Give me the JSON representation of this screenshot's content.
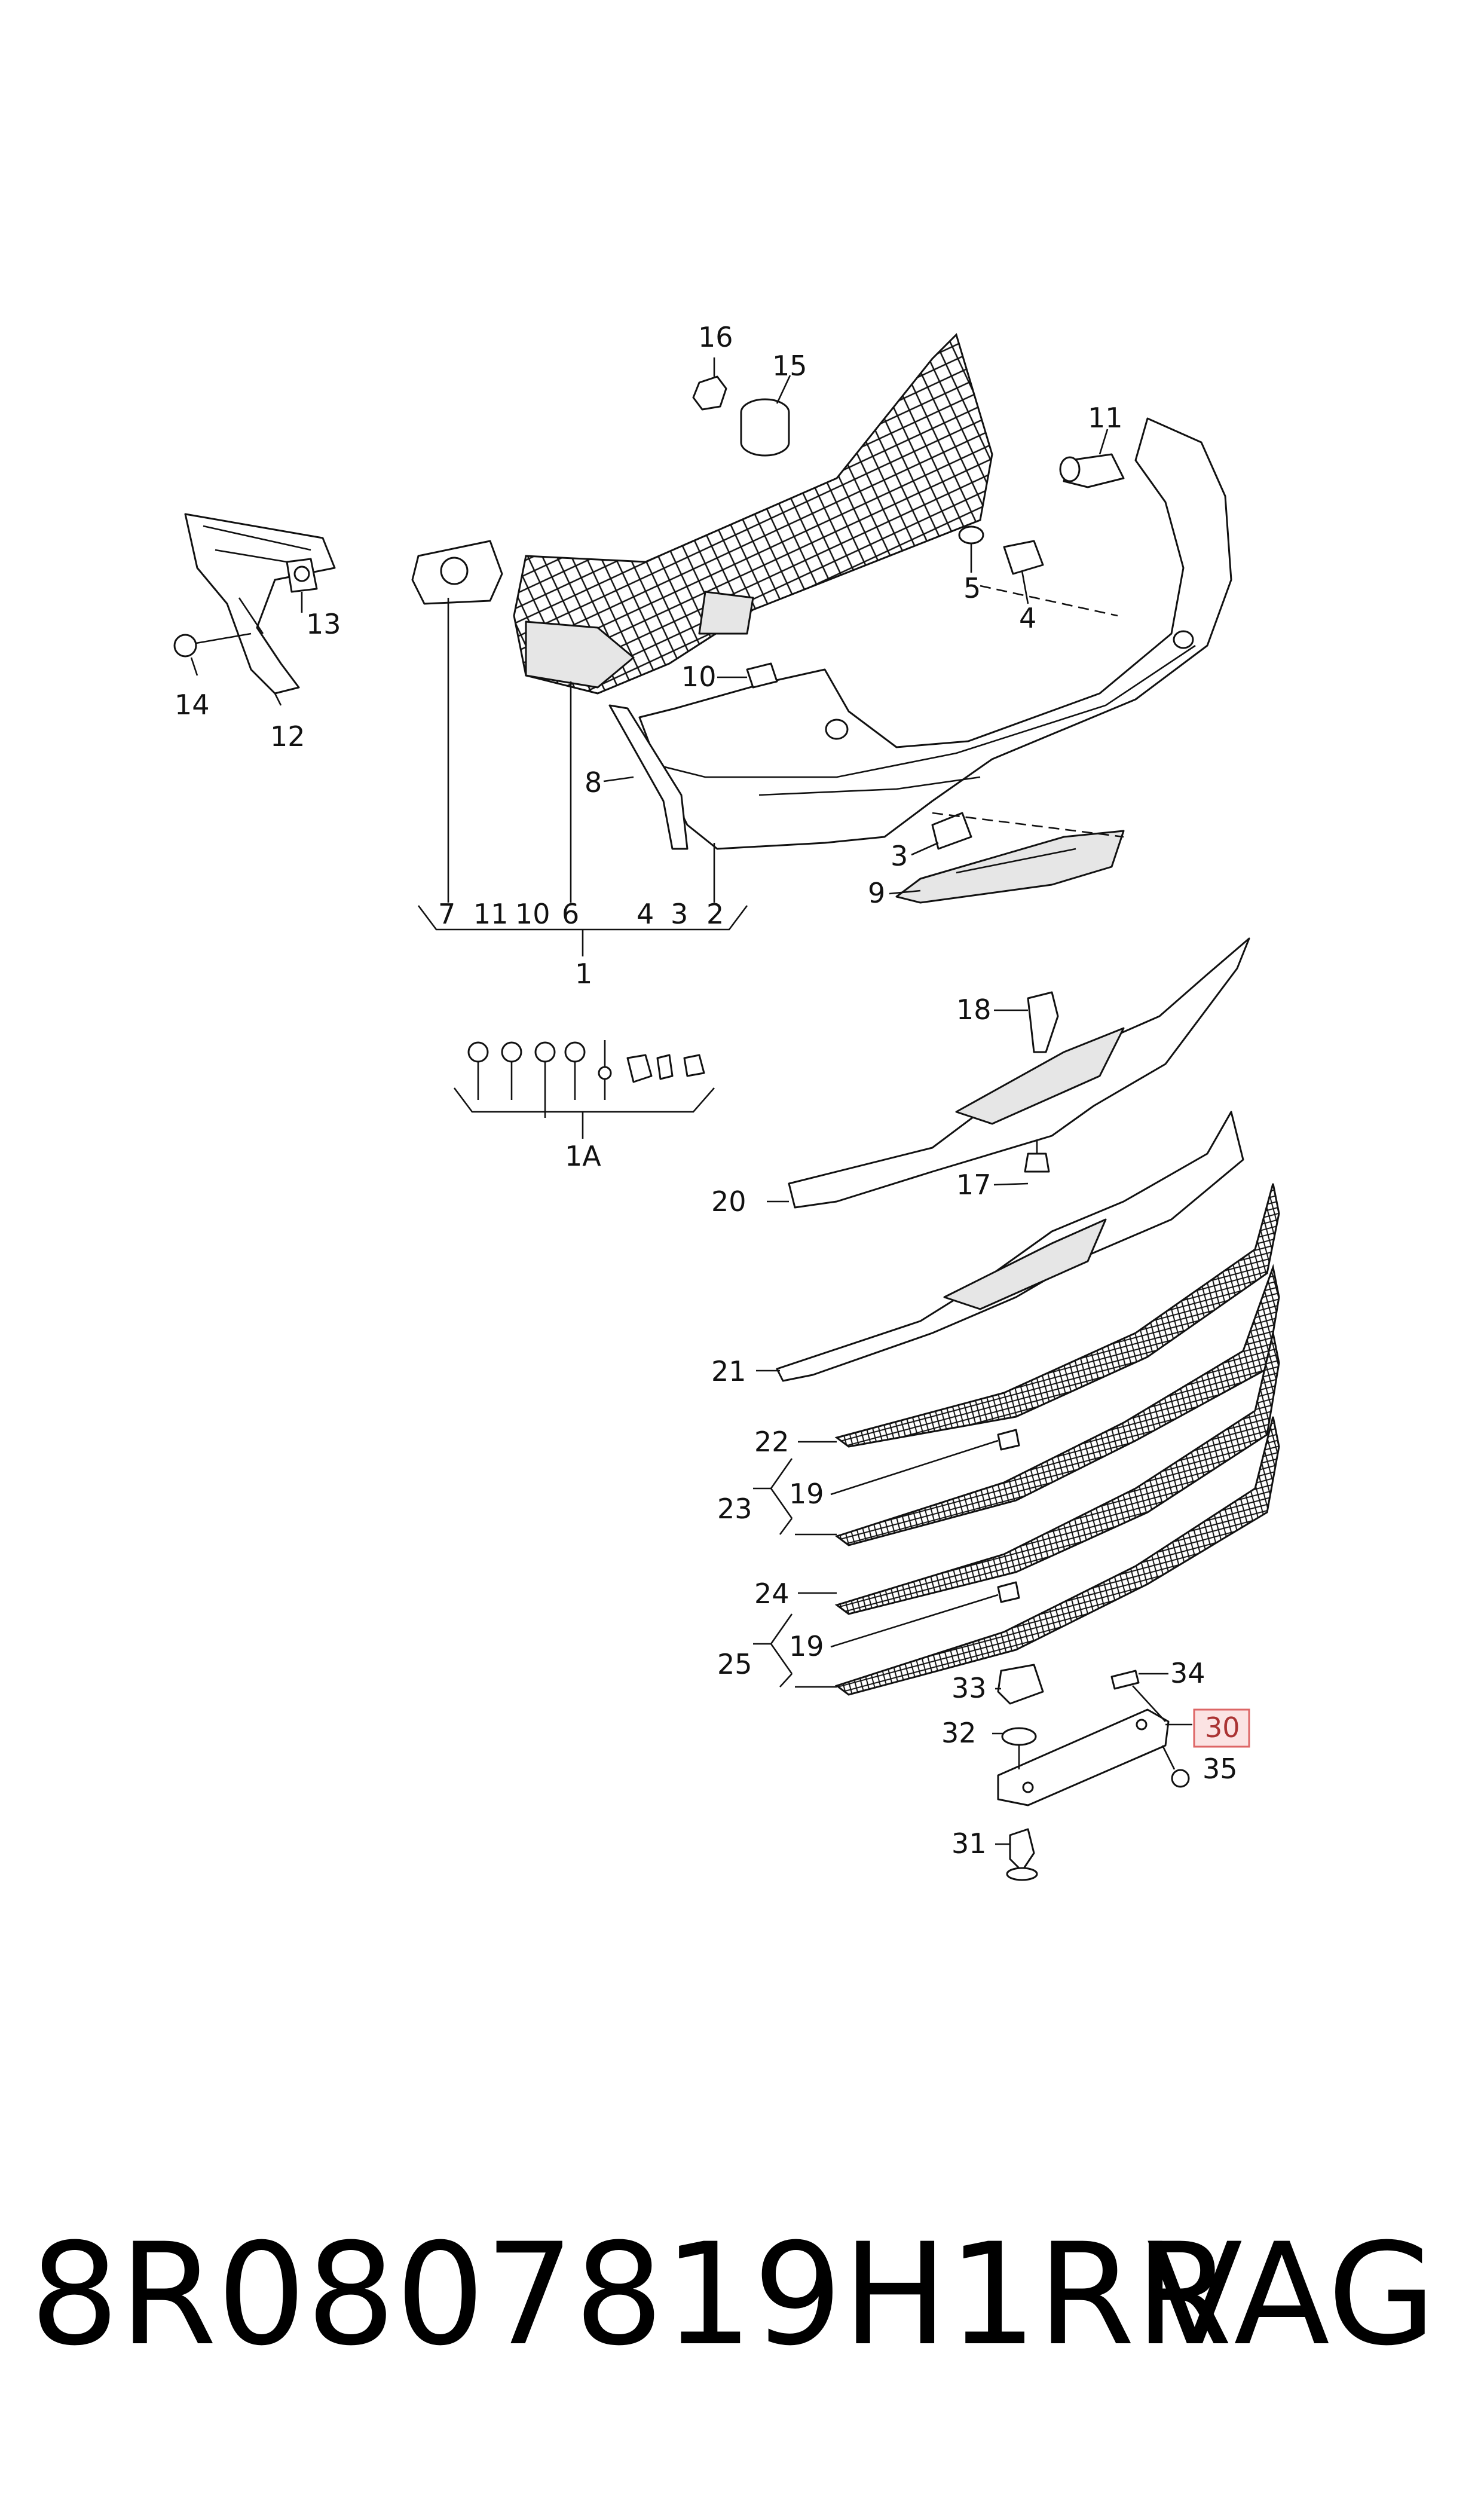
{
  "callouts": {
    "c1": "1",
    "c1A": "1A",
    "c2": "2",
    "c3a": "3",
    "c3b": "3",
    "c4a": "4",
    "c4b": "4",
    "c5": "5",
    "c6": "6",
    "c7": "7",
    "c8": "8",
    "c9": "9",
    "c10a": "10",
    "c10b": "10",
    "c11a": "11",
    "c11b": "11",
    "c12": "12",
    "c13": "13",
    "c14": "14",
    "c15": "15",
    "c16": "16",
    "c17": "17",
    "c18": "18",
    "c19a": "19",
    "c19b": "19",
    "c20": "20",
    "c21": "21",
    "c22": "22",
    "c23": "23",
    "c24": "24",
    "c25": "25",
    "c30": "30",
    "c31": "31",
    "c32": "32",
    "c33": "33",
    "c34": "34",
    "c35": "35"
  },
  "highlight_color": "#d66",
  "footer": {
    "part_number": "8R0807819H1RR",
    "brand": "VAG"
  }
}
